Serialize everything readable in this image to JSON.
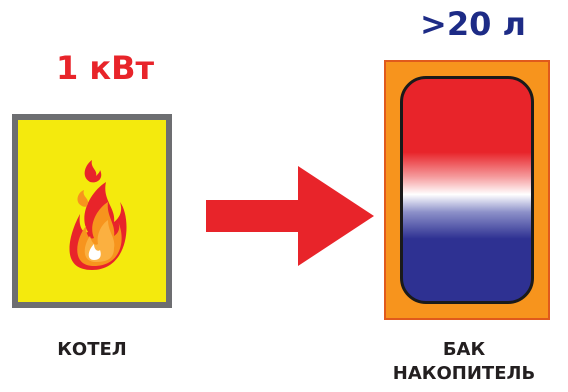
{
  "boiler": {
    "power_label": "1 кВт",
    "caption": "КОТЕЛ",
    "icon": "flame-icon"
  },
  "tank": {
    "volume_label": ">20 л",
    "caption_line1": "БАК",
    "caption_line2": "НАКОПИТЕЛЬ"
  },
  "arrow": {
    "icon": "arrow-right-icon"
  },
  "colors": {
    "power_text": "#e8242a",
    "volume_text": "#1d2b86",
    "boiler_fill": "#f4ea0d",
    "boiler_border": "#6d6e71",
    "tank_fill": "#f7941d",
    "hot_water": "#e8242a",
    "cold_water": "#2e3192",
    "arrow": "#e8242a"
  }
}
